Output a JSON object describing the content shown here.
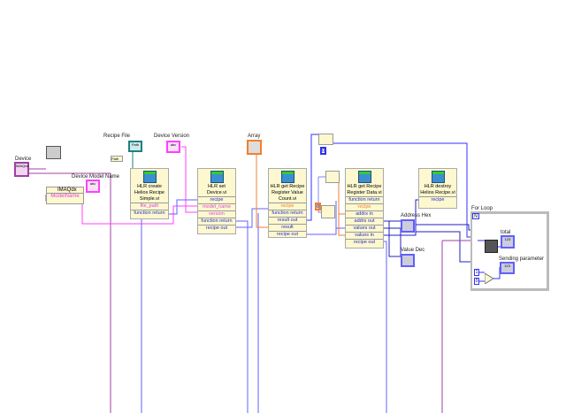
{
  "labels": {
    "device": "Device",
    "device_model_name": "Device Model Name",
    "recipe_file": "Recipe File",
    "device_version": "Device Version",
    "array": "Array",
    "address_hex": "Address Hex",
    "value_dec": "Value Dec",
    "for_loop": "For Loop",
    "total": "total",
    "sending_parameter": "Sending parameter"
  },
  "property_node": {
    "class": "IMAQdx",
    "property": "ModelName"
  },
  "controls": {
    "device": "IMAQdx",
    "recipe_file": "Path",
    "device_version": "abc",
    "device_model_name": "abc",
    "path_const": "Path",
    "total": "123",
    "sending_parameter": "123",
    "const1": "1",
    "const2": "0",
    "const_n": "N",
    "const_0": "0"
  },
  "vis": [
    {
      "name": "HLR create Helios Recipe Simple.vi",
      "terms": [
        "file_path",
        "function return"
      ]
    },
    {
      "name": "HLR set Device.vi",
      "terms": [
        "recipe",
        "model_name",
        "version",
        "function return",
        "recipe out"
      ]
    },
    {
      "name": "HLR get Recipe Register Value Count.vi",
      "terms": [
        "recipe",
        "function return",
        "result out",
        "result",
        "recipe out"
      ]
    },
    {
      "name": "HLR get Recipe Register Data.vi",
      "terms": [
        "function return",
        "recipe",
        "addrs in",
        "addrs out",
        "values out",
        "values in",
        "recipe out"
      ]
    },
    {
      "name": "HLR destroy Helios Recipe.vi",
      "terms": [
        "recipe"
      ]
    }
  ]
}
